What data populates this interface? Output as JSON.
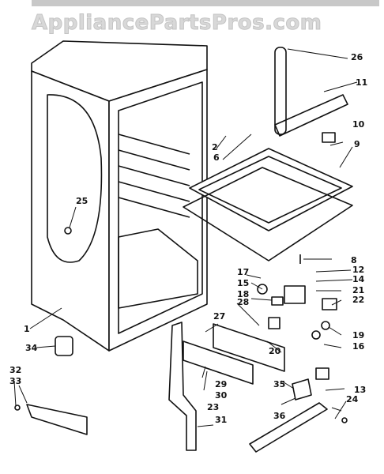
{
  "watermark": "AppliancePartsPros.com",
  "callouts": [
    "1",
    "2",
    "6",
    "8",
    "9",
    "10",
    "11",
    "12",
    "13",
    "14",
    "15",
    "16",
    "17",
    "18",
    "19",
    "20",
    "21",
    "22",
    "23",
    "24",
    "25",
    "26",
    "27",
    "28",
    "29",
    "30",
    "31",
    "32",
    "33",
    "34",
    "35",
    "36"
  ]
}
